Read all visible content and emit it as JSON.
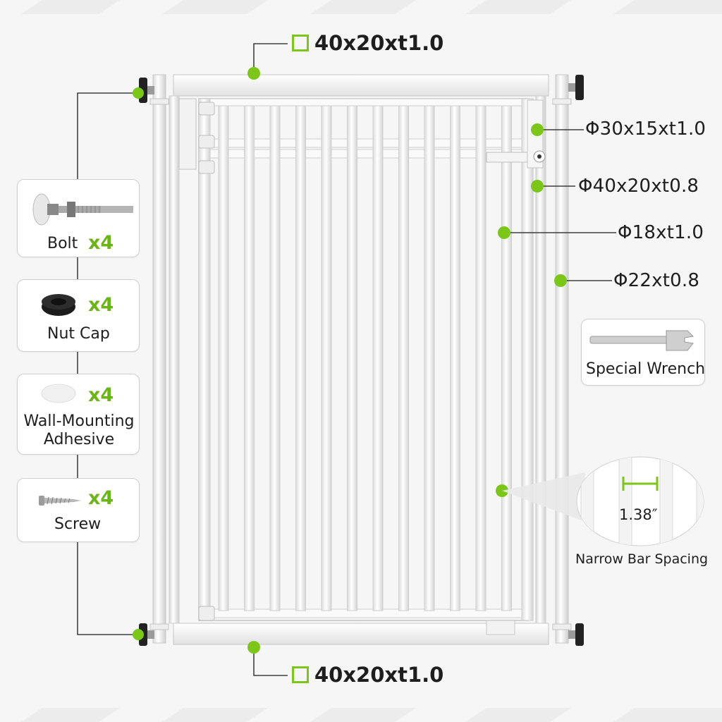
{
  "specs": {
    "top_rail": "40x20xt1.0",
    "bottom_rail": "40x20xt1.0",
    "latch_tube": "Φ30x15xt1.0",
    "door_frame": "Φ40x20xt0.8",
    "bar": "Φ18xt1.0",
    "side_post": "Φ22xt0.8"
  },
  "parts": [
    {
      "name": "Bolt",
      "qty": "x4",
      "icon": "bolt-icon"
    },
    {
      "name": "Nut Cap",
      "qty": "x4",
      "icon": "nut-cap-icon"
    },
    {
      "name_line1": "Wall-Mounting",
      "name_line2": "Adhesive",
      "qty": "x4",
      "icon": "adhesive-pad-icon"
    },
    {
      "name": "Screw",
      "qty": "x4",
      "icon": "screw-icon"
    }
  ],
  "tool": {
    "name": "Special Wrench",
    "icon": "wrench-icon"
  },
  "spacing": {
    "value": "1.38″",
    "label": "Narrow Bar Spacing"
  },
  "colors": {
    "accent": "#7cc619",
    "background": "#f6f6f6",
    "gate": "#ffffff"
  }
}
